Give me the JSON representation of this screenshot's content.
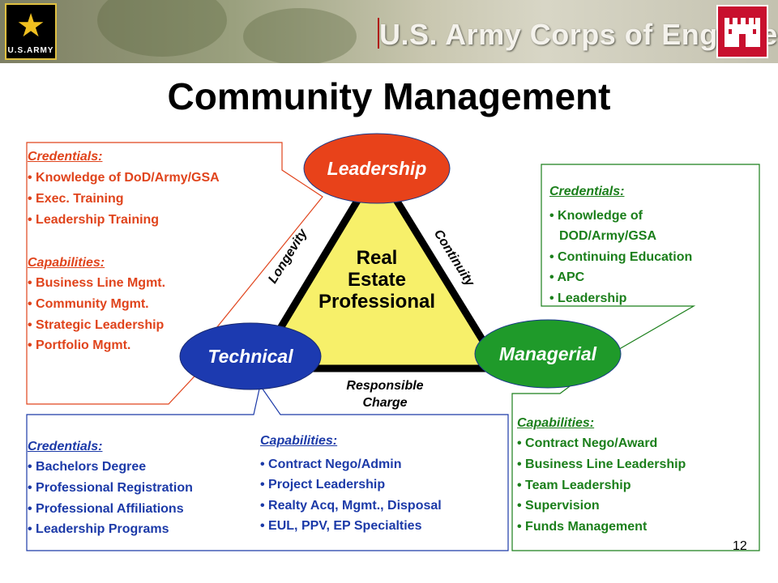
{
  "header": {
    "army_logo_text": "U.S.ARMY",
    "title": "U.S. Army Corps of Engineers"
  },
  "slide_title": "Community Management",
  "center": {
    "lines": [
      "Real",
      "Estate",
      "Professional"
    ]
  },
  "nodes": {
    "top": "Leadership",
    "left": "Technical",
    "right": "Managerial"
  },
  "edges": {
    "left": "Longevity",
    "right": "Continuity",
    "bottom_line1": "Responsible",
    "bottom_line2": "Charge"
  },
  "leadership_box": {
    "credentials_header": "Credentials:",
    "credentials": [
      "Knowledge of DoD/Army/GSA",
      "Exec. Training",
      "Leadership Training"
    ],
    "capabilities_header": "Capabilities:",
    "capabilities": [
      "Business Line Mgmt.",
      "Community Mgmt.",
      "Strategic Leadership",
      "Portfolio Mgmt."
    ]
  },
  "managerial_box": {
    "credentials_header": "Credentials:",
    "credentials": [
      "Knowledge of",
      "DOD/Army/GSA",
      "Continuing Education",
      "APC",
      "Leadership"
    ],
    "capabilities_header": "Capabilities:",
    "capabilities": [
      "Contract Nego/Award",
      "Business Line Leadership",
      "Team Leadership",
      "Supervision",
      "Funds Management"
    ]
  },
  "technical_box": {
    "credentials_header": "Credentials:",
    "credentials": [
      "Bachelors Degree",
      "Professional Registration",
      "Professional Affiliations",
      "Leadership Programs"
    ],
    "capabilities_header": "Capabilities:",
    "capabilities": [
      "Contract Nego/Admin",
      "Project Leadership",
      "Realty Acq, Mgmt., Disposal",
      "EUL, PPV, EP Specialties"
    ]
  },
  "colors": {
    "leadership": "#e0441c",
    "managerial": "#1b7f1b",
    "technical": "#1c3aa8",
    "triangle_fill": "#f7f06a"
  },
  "page_number": "12"
}
